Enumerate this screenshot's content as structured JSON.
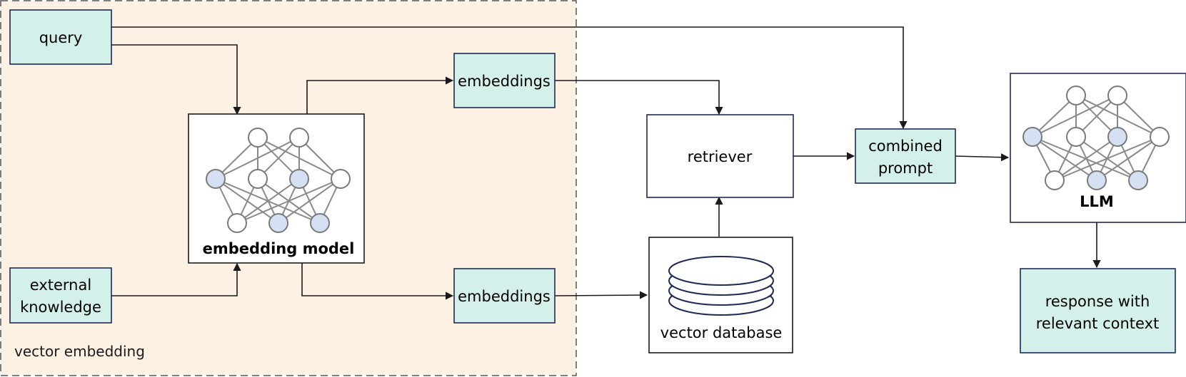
{
  "group": {
    "label": "vector embedding"
  },
  "nodes": {
    "query": {
      "label": "query"
    },
    "external_knowledge": {
      "line1": "external",
      "line2": "knowledge"
    },
    "embedding_model": {
      "label": "embedding model"
    },
    "embeddings_top": {
      "label": "embeddings"
    },
    "embeddings_bottom": {
      "label": "embeddings"
    },
    "retriever": {
      "label": "retriever"
    },
    "vector_database": {
      "label": "vector database"
    },
    "combined_prompt": {
      "line1": "combined",
      "line2": "prompt"
    },
    "llm": {
      "label": "LLM"
    },
    "response": {
      "line1": "response with",
      "line2": "relevant context"
    }
  },
  "colors": {
    "teal_fill": "#d3f0ea",
    "box_stroke": "#1f2a57",
    "group_fill": "#fdf1e4",
    "node_blue": "#d6e0f3",
    "node_white": "#ffffff",
    "line": "#1a1a1a"
  }
}
